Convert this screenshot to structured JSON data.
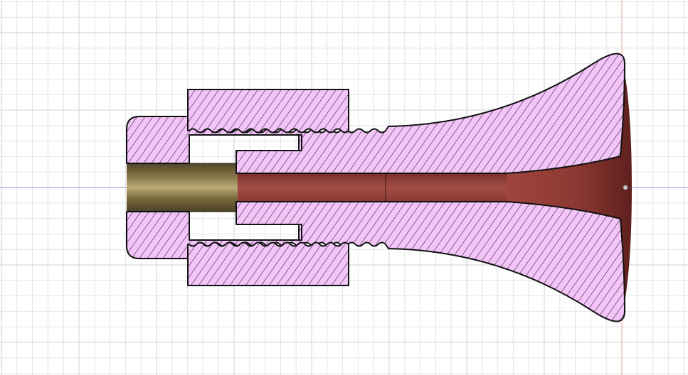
{
  "viewport": {
    "name": "cad-design-canvas",
    "view": "section-analysis"
  },
  "colors": {
    "background": "#ffffff",
    "grid_minor": "#e2e4ea",
    "grid_major": "#cdd0d8",
    "axis_horizontal": "#8f96bd",
    "axis_vertical": "#f0a3a3",
    "section_fill": "#f2c4f7",
    "section_hatch": "#2a1630",
    "section_outline": "#111111",
    "bore_shading": [
      "#7a2e2a",
      "#a24e46",
      "#8a3a33"
    ],
    "bell_shading": [
      "#a0463f",
      "#8c3832",
      "#5e201d"
    ],
    "brass_insert": [
      "#4f4526",
      "#8c7c4c",
      "#bcab78",
      "#7b6c41",
      "#4a4024"
    ]
  },
  "components": [
    {
      "id": "hex-nut-section",
      "material_hint": "section-cut"
    },
    {
      "id": "horn-body-section",
      "material_hint": "section-cut"
    },
    {
      "id": "inner-sleeve-section",
      "material_hint": "section-cut"
    },
    {
      "id": "brass-insert",
      "material_hint": "brass"
    },
    {
      "id": "bore-interior",
      "material_hint": "rendered"
    },
    {
      "id": "bell-interior",
      "material_hint": "rendered"
    }
  ]
}
